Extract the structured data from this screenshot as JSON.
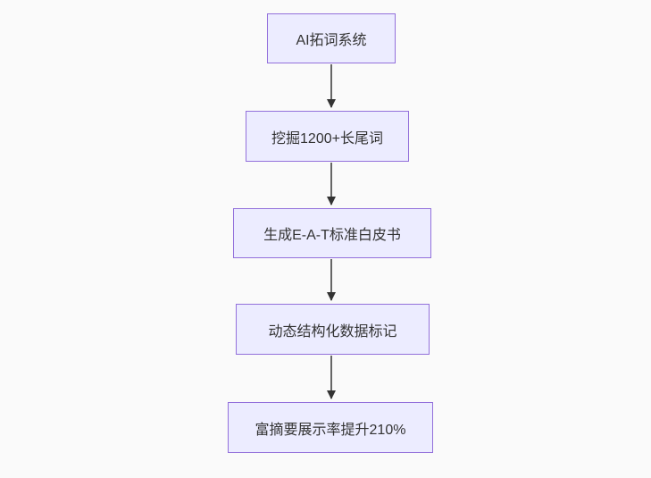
{
  "diagram": {
    "type": "flowchart",
    "direction": "top-down",
    "nodes": [
      {
        "id": "A",
        "label": "AI拓词系统"
      },
      {
        "id": "B",
        "label": "挖掘1200+长尾词"
      },
      {
        "id": "C",
        "label": "生成E-A-T标准白皮书"
      },
      {
        "id": "D",
        "label": "动态结构化数据标记"
      },
      {
        "id": "E",
        "label": "富摘要展示率提升210%"
      }
    ],
    "edges": [
      {
        "from": "A",
        "to": "B"
      },
      {
        "from": "B",
        "to": "C"
      },
      {
        "from": "C",
        "to": "D"
      },
      {
        "from": "D",
        "to": "E"
      }
    ],
    "colors": {
      "node_fill": "#ececff",
      "node_border": "#9370db",
      "node_text": "#333333",
      "edge_line": "#666666",
      "edge_arrowhead": "#333333",
      "background": "#fafafa"
    }
  }
}
